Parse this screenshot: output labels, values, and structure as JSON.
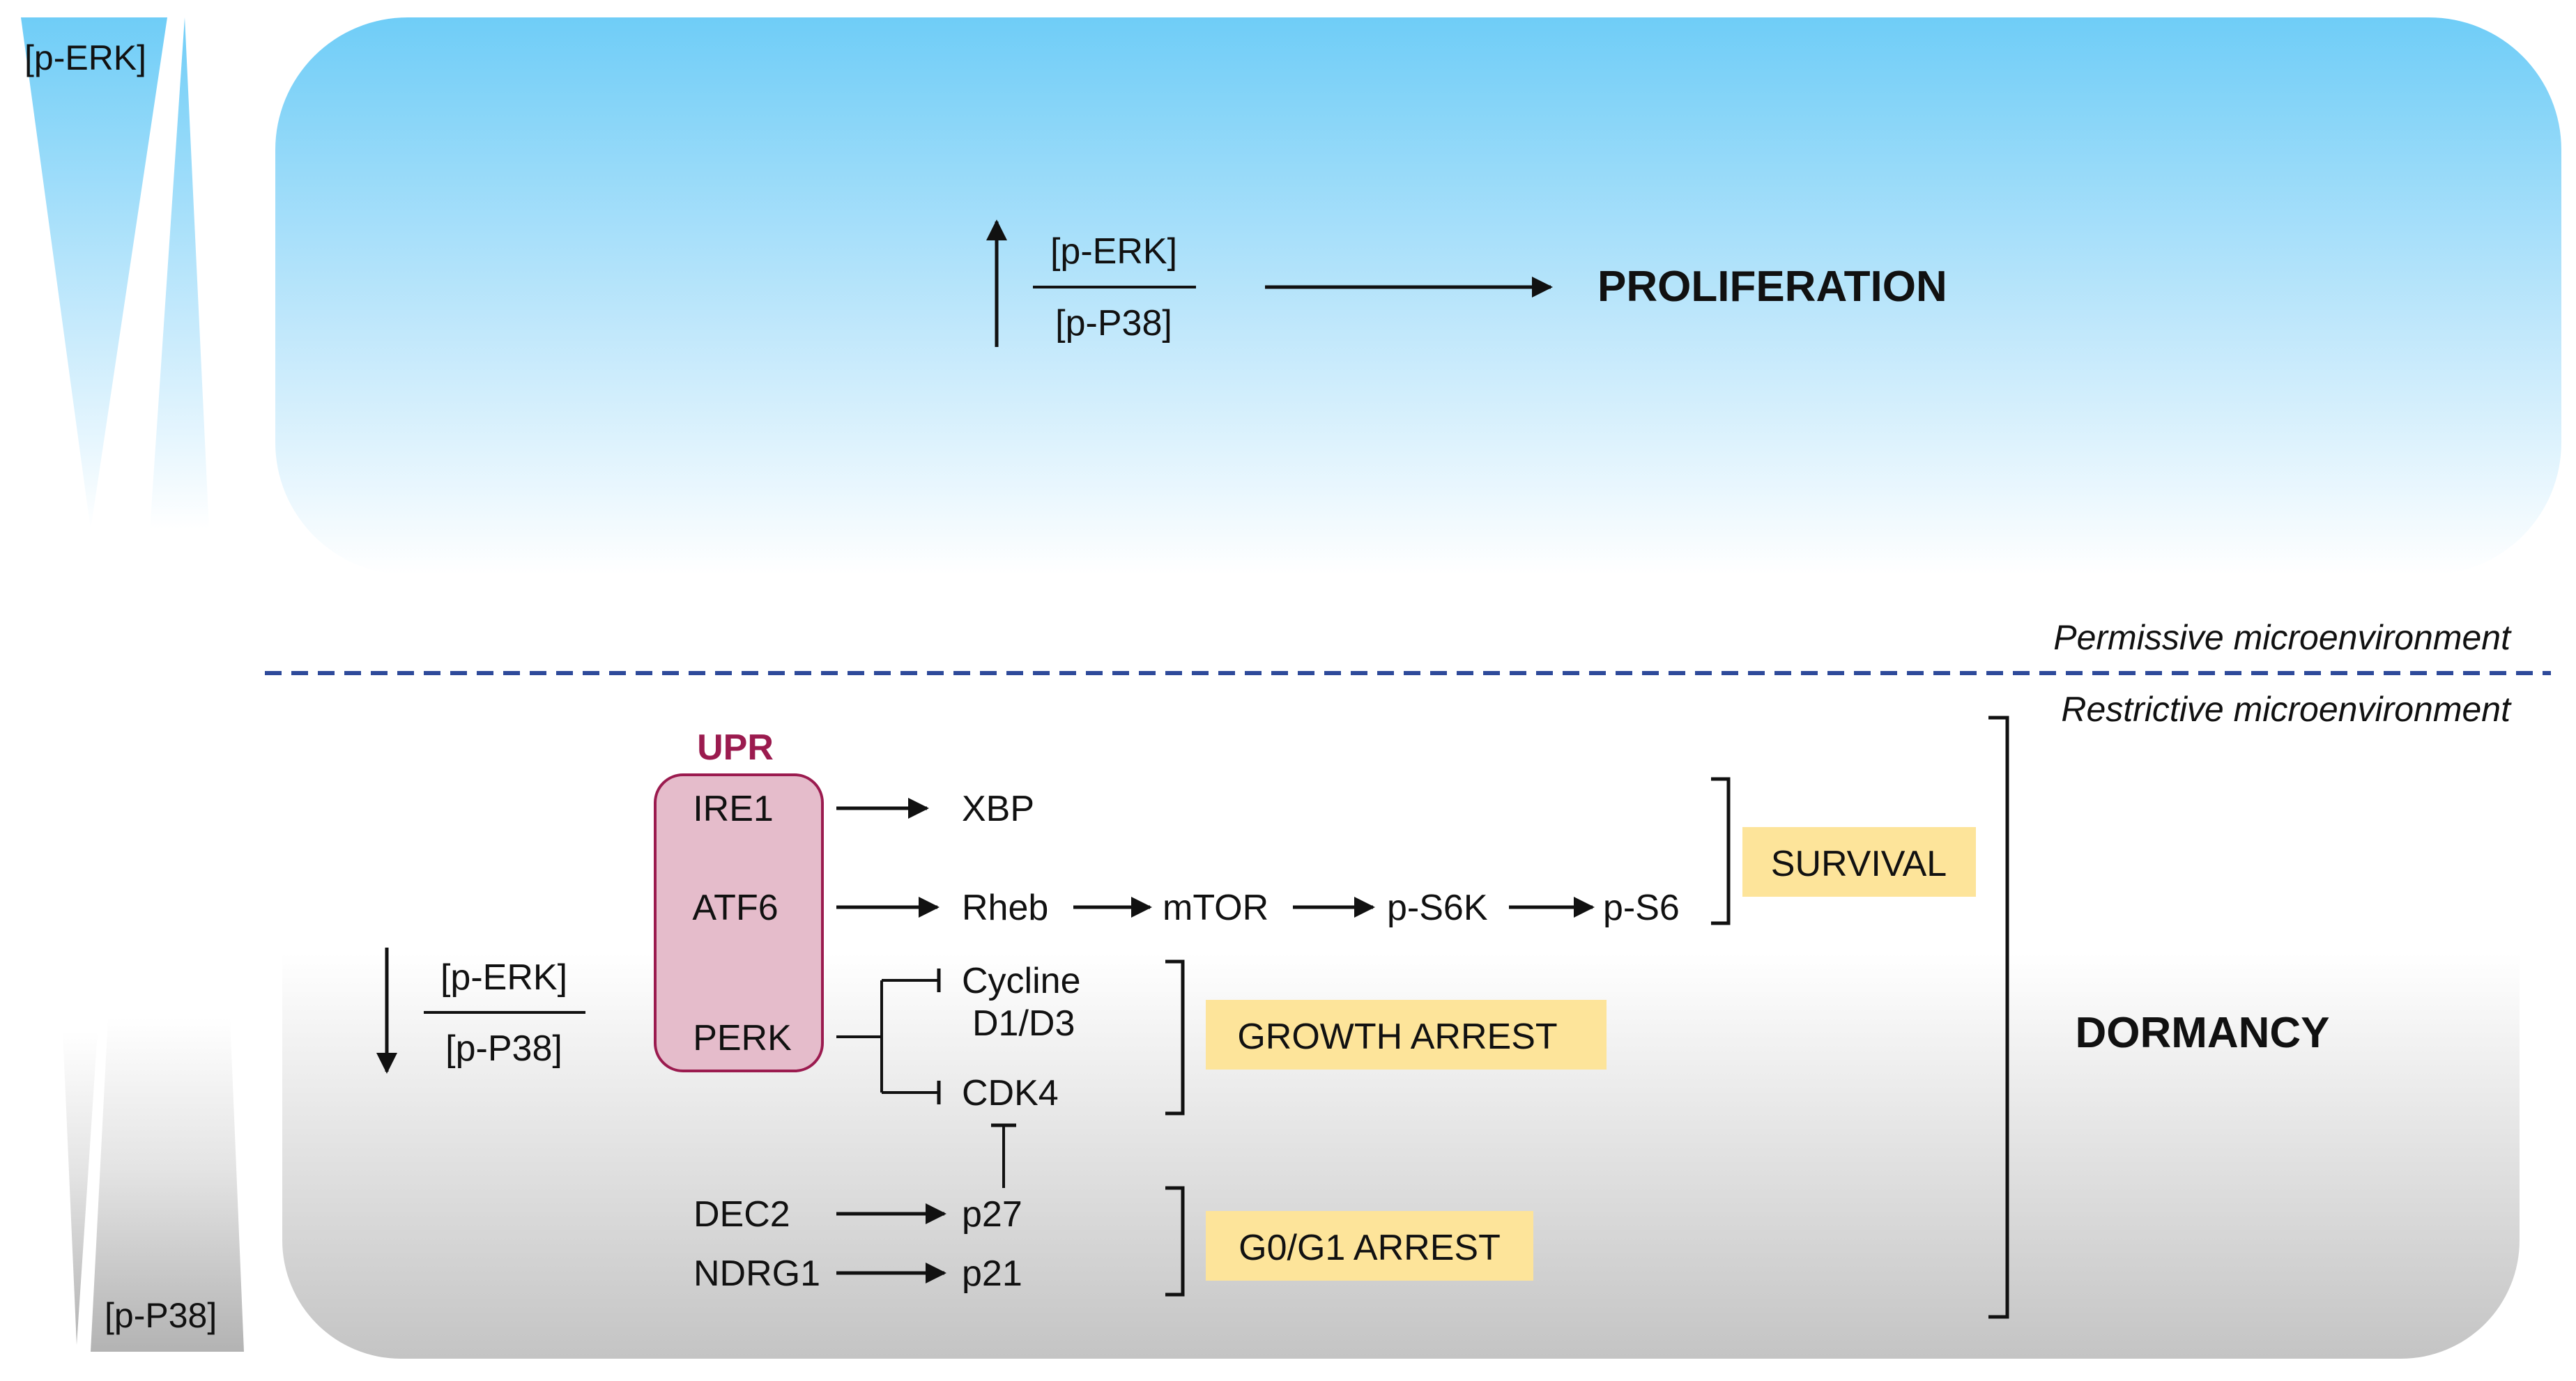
{
  "gradient_labels": {
    "top": "[p-ERK]",
    "bottom": "[p-P38]"
  },
  "proliferation": {
    "ratio_numerator": "[p-ERK]",
    "ratio_denominator": "[p-P38]",
    "outcome": "PROLIFERATION"
  },
  "environment": {
    "permissive": "Permissive microenvironment",
    "restrictive": "Restrictive microenvironment"
  },
  "dormancy": {
    "ratio_numerator": "[p-ERK]",
    "ratio_denominator": "[p-P38]",
    "upr_title": "UPR",
    "upr_members": {
      "ire1": "IRE1",
      "atf6": "ATF6",
      "perk": "PERK"
    },
    "nodes": {
      "xbp": "XBP",
      "rheb": "Rheb",
      "mtor": "mTOR",
      "ps6k": "p-S6K",
      "ps6": "p-S6",
      "cycline_1": "Cycline",
      "cycline_2": "D1/D3",
      "cdk4": "CDK4",
      "dec2": "DEC2",
      "ndrg1": "NDRG1",
      "p27": "p27",
      "p21": "p21"
    },
    "outcomes": {
      "survival": "SURVIVAL",
      "growth_arrest": "GROWTH ARREST",
      "g0g1_arrest": "G0/G1 ARREST"
    },
    "title": "DORMANCY"
  },
  "colors": {
    "sky_blue": "#6fcdf7",
    "grey": "#c9c9c9",
    "divider": "#2e4a9a",
    "upr_fill": "#e5bccb",
    "upr_stroke": "#9b1b4f",
    "upr_title": "#9b1b4f",
    "outcome_fill": "#fde49a",
    "ink": "#111111"
  }
}
